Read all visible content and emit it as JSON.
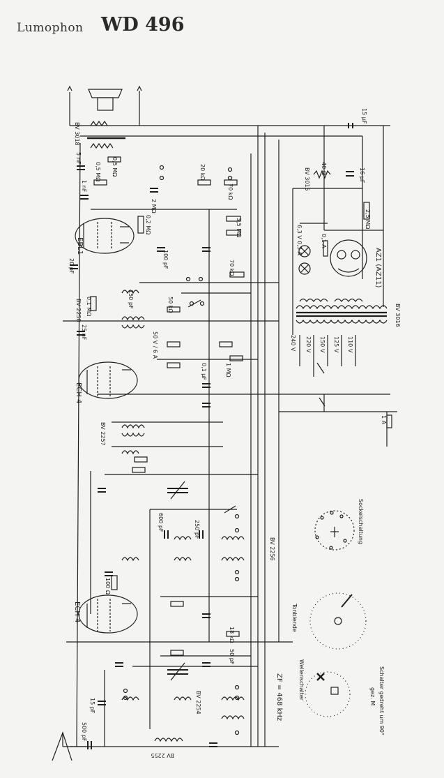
{
  "header": {
    "brand": "Lumophon",
    "model": "WD 496"
  },
  "tubes": {
    "el": "EBL1",
    "ech_top": "ECH 4",
    "ech_bottom": "ECH 4",
    "rect": "AZ1 (AZ11)"
  },
  "parts": {
    "bv3018": "BV 3018",
    "bv3015": "BV 3015",
    "bv3016": "BV 3016",
    "bv2258": "BV 2258",
    "bv2257": "BV 2257",
    "bv2256": "BV 2256",
    "bv2254": "BV 2254",
    "bv2255": "BV 2255"
  },
  "components": {
    "c15": "15 µF",
    "c16": "16 µF",
    "r40": "40 Ω",
    "r05a": "0,5 MΩ",
    "r05b": "0,5 MΩ",
    "r20k": "20 kΩ",
    "r70a": "70 kΩ",
    "r2m": "2 MΩ",
    "r02m": "0,2 MΩ",
    "r25m": "2,5 MΩ",
    "c5nf": "5 nF",
    "c1nf": "1 nF",
    "c20pf": "20 pF",
    "c100pf": "100 pF",
    "r01m": "0,1 MΩ",
    "c25nf": "25 nF",
    "r50k": "50 kΩ",
    "c150pf": "150 pF",
    "r1m": "1 MΩ",
    "c01uf": "0,1 µF",
    "r18k": "18 kΩ",
    "c500pf": "500 pF",
    "c600pf": "600 pF",
    "c250pf": "250 pF",
    "c50pf": "50 pF",
    "r100": "100 Ω",
    "c15pf": "15 pF",
    "r70b": "70 kΩ",
    "r35": "3,5 MΩ"
  },
  "power": {
    "lamp": "6,3 V 0,3 A",
    "fuse_a": "0,1 A",
    "v240": "240 V",
    "v220": "220 V",
    "v150": "150 V",
    "v125": "125 V",
    "v110": "110 V",
    "fuse_b": "1 A",
    "tap": "50 V / 6 A"
  },
  "labels": {
    "zf": "ZF = 468 kHz",
    "wellen": "Wellenschalter",
    "tonblende": "Tonblende",
    "sockel": "Sockelschaltung",
    "schalter": "Schalter gedreht um 90°",
    "gez": "gez. M"
  }
}
